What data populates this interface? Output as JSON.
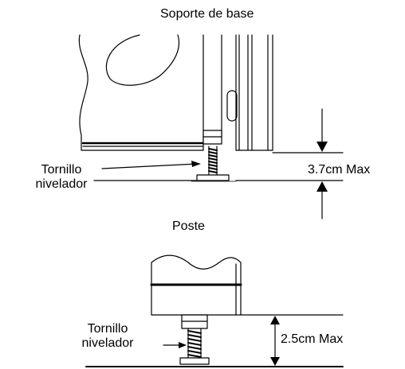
{
  "top": {
    "title": "Soporte de base",
    "screw_label_line1": "Tornillo",
    "screw_label_line2": "nivelador",
    "dimension": "3.7cm Max"
  },
  "bottom": {
    "title": "Poste",
    "screw_label_line1": "Tornillo",
    "screw_label_line2": "nivelador",
    "dimension": "2.5cm Max"
  }
}
